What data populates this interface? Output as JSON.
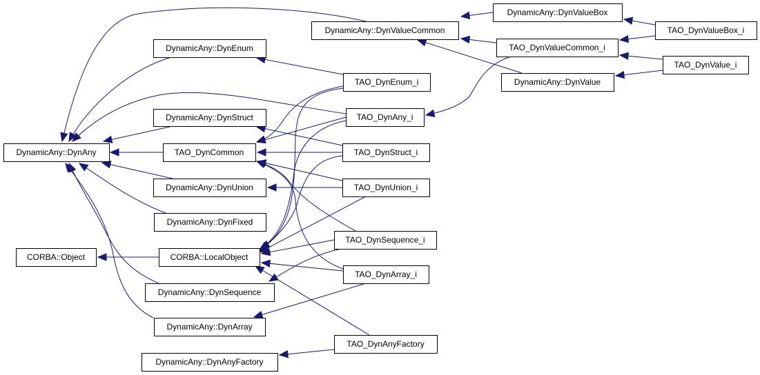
{
  "diagram": {
    "type": "class-inheritance-graph",
    "edge_color": "#191970",
    "nodes": [
      {
        "id": "DynAny",
        "label": "DynamicAny::DynAny"
      },
      {
        "id": "DynValueCommon",
        "label": "DynamicAny::DynValueCommon"
      },
      {
        "id": "DynValueBox",
        "label": "DynamicAny::DynValueBox"
      },
      {
        "id": "TAO_DynValueCommon_i",
        "label": "TAO_DynValueCommon_i"
      },
      {
        "id": "DynValue",
        "label": "DynamicAny::DynValue"
      },
      {
        "id": "TAO_DynValueBox_i",
        "label": "TAO_DynValueBox_i"
      },
      {
        "id": "TAO_DynValue_i",
        "label": "TAO_DynValue_i"
      },
      {
        "id": "DynEnum",
        "label": "DynamicAny::DynEnum"
      },
      {
        "id": "TAO_DynEnum_i",
        "label": "TAO_DynEnum_i"
      },
      {
        "id": "TAO_DynAny_i",
        "label": "TAO_DynAny_i"
      },
      {
        "id": "DynStruct",
        "label": "DynamicAny::DynStruct"
      },
      {
        "id": "TAO_DynCommon",
        "label": "TAO_DynCommon"
      },
      {
        "id": "TAO_DynStruct_i",
        "label": "TAO_DynStruct_i"
      },
      {
        "id": "DynUnion",
        "label": "DynamicAny::DynUnion"
      },
      {
        "id": "TAO_DynUnion_i",
        "label": "TAO_DynUnion_i"
      },
      {
        "id": "DynFixed",
        "label": "DynamicAny::DynFixed"
      },
      {
        "id": "CORBA_Object",
        "label": "CORBA::Object"
      },
      {
        "id": "LocalObject",
        "label": "CORBA::LocalObject"
      },
      {
        "id": "TAO_DynSequence_i",
        "label": "TAO_DynSequence_i"
      },
      {
        "id": "DynSequence",
        "label": "DynamicAny::DynSequence"
      },
      {
        "id": "TAO_DynArray_i",
        "label": "TAO_DynArray_i"
      },
      {
        "id": "DynArray",
        "label": "DynamicAny::DynArray"
      },
      {
        "id": "TAO_DynAnyFactory",
        "label": "TAO_DynAnyFactory"
      },
      {
        "id": "DynAnyFactory",
        "label": "DynamicAny::DynAnyFactory"
      }
    ],
    "edges": [
      {
        "from": "DynValueCommon",
        "to": "DynAny"
      },
      {
        "from": "DynEnum",
        "to": "DynAny"
      },
      {
        "from": "TAO_DynAny_i",
        "to": "DynAny"
      },
      {
        "from": "DynStruct",
        "to": "DynAny"
      },
      {
        "from": "TAO_DynCommon",
        "to": "DynAny"
      },
      {
        "from": "DynUnion",
        "to": "DynAny"
      },
      {
        "from": "DynFixed",
        "to": "DynAny"
      },
      {
        "from": "DynSequence",
        "to": "DynAny"
      },
      {
        "from": "DynArray",
        "to": "DynAny"
      },
      {
        "from": "DynValueBox",
        "to": "DynValueCommon"
      },
      {
        "from": "TAO_DynValueCommon_i",
        "to": "DynValueCommon"
      },
      {
        "from": "DynValue",
        "to": "DynValueCommon"
      },
      {
        "from": "TAO_DynValueBox_i",
        "to": "DynValueBox"
      },
      {
        "from": "TAO_DynValueBox_i",
        "to": "TAO_DynValueCommon_i"
      },
      {
        "from": "TAO_DynValue_i",
        "to": "TAO_DynValueCommon_i"
      },
      {
        "from": "TAO_DynValue_i",
        "to": "DynValue"
      },
      {
        "from": "TAO_DynValueCommon_i",
        "to": "TAO_DynAny_i"
      },
      {
        "from": "TAO_DynEnum_i",
        "to": "DynEnum"
      },
      {
        "from": "TAO_DynStruct_i",
        "to": "DynStruct"
      },
      {
        "from": "TAO_DynEnum_i",
        "to": "TAO_DynCommon"
      },
      {
        "from": "TAO_DynAny_i",
        "to": "TAO_DynCommon"
      },
      {
        "from": "TAO_DynStruct_i",
        "to": "TAO_DynCommon"
      },
      {
        "from": "TAO_DynUnion_i",
        "to": "TAO_DynCommon"
      },
      {
        "from": "TAO_DynSequence_i",
        "to": "TAO_DynCommon"
      },
      {
        "from": "TAO_DynArray_i",
        "to": "TAO_DynCommon"
      },
      {
        "from": "TAO_DynUnion_i",
        "to": "DynUnion"
      },
      {
        "from": "LocalObject",
        "to": "CORBA_Object"
      },
      {
        "from": "TAO_DynEnum_i",
        "to": "LocalObject"
      },
      {
        "from": "TAO_DynAny_i",
        "to": "LocalObject"
      },
      {
        "from": "TAO_DynStruct_i",
        "to": "LocalObject"
      },
      {
        "from": "TAO_DynUnion_i",
        "to": "LocalObject"
      },
      {
        "from": "TAO_DynSequence_i",
        "to": "LocalObject"
      },
      {
        "from": "TAO_DynArray_i",
        "to": "LocalObject"
      },
      {
        "from": "TAO_DynAnyFactory",
        "to": "LocalObject"
      },
      {
        "from": "TAO_DynSequence_i",
        "to": "DynSequence"
      },
      {
        "from": "TAO_DynArray_i",
        "to": "DynArray"
      },
      {
        "from": "TAO_DynAnyFactory",
        "to": "DynAnyFactory"
      }
    ]
  }
}
